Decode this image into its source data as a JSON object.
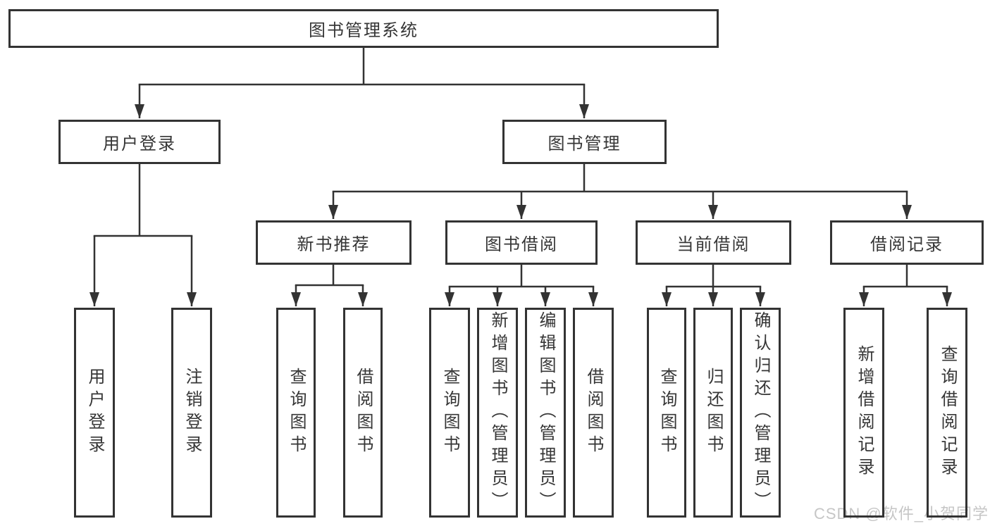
{
  "diagram": {
    "root": {
      "label": "图书管理系统",
      "children": [
        {
          "label": "用户登录",
          "children": [
            {
              "label": "用户登录"
            },
            {
              "label": "注销登录"
            }
          ]
        },
        {
          "label": "图书管理",
          "children": [
            {
              "label": "新书推荐",
              "children": [
                {
                  "label": "查询图书"
                },
                {
                  "label": "借阅图书"
                }
              ]
            },
            {
              "label": "图书借阅",
              "children": [
                {
                  "label": "查询图书"
                },
                {
                  "label": "新增图书（管理员）"
                },
                {
                  "label": "编辑图书（管理员）"
                },
                {
                  "label": "借阅图书"
                }
              ]
            },
            {
              "label": "当前借阅",
              "children": [
                {
                  "label": "查询图书"
                },
                {
                  "label": "归还图书"
                },
                {
                  "label": "确认归还（管理员）"
                }
              ]
            },
            {
              "label": "借阅记录",
              "children": [
                {
                  "label": "新增借阅记录"
                },
                {
                  "label": "查询借阅记录"
                }
              ]
            }
          ]
        }
      ]
    }
  },
  "watermark": {
    "text": "CSDN @软件_小贺同学"
  },
  "colors": {
    "background": "#ffffff",
    "box_border": "#333333",
    "connector": "#333333",
    "text": "#363636",
    "watermark": "#c6c6c6"
  }
}
